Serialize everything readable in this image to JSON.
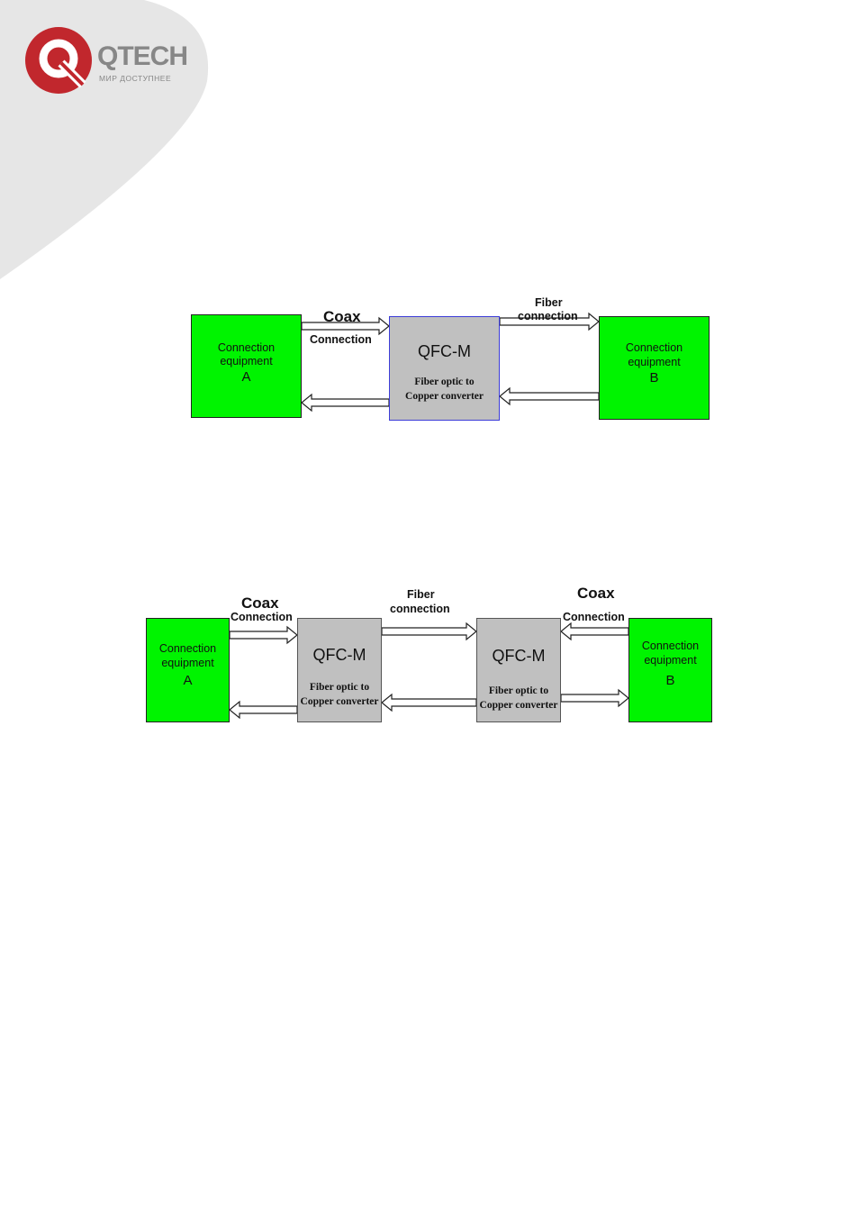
{
  "header": {
    "brand_name": "QTECH",
    "brand_tagline": "МИР ДОСТУПНЕЕ",
    "logo_icon": "qtech-logo-icon",
    "colors": {
      "logo_red": "#c1272d",
      "logo_grey": "#878787",
      "corner_grey": "#e5e5e5"
    }
  },
  "diagram1": {
    "left_equipment": {
      "label_line1": "Connection",
      "label_line2": "equipment",
      "letter": "A"
    },
    "converter": {
      "title": "QFC-M",
      "desc_line1": "Fiber optic to",
      "desc_line2": "Copper converter"
    },
    "right_equipment": {
      "label_line1": "Connection",
      "label_line2": "equipment",
      "letter": "B"
    },
    "coax_label": "Coax",
    "coax_connection_label": "Connection",
    "fiber_label_line1": "Fiber",
    "fiber_label_line2": "connection"
  },
  "diagram2": {
    "left_equipment": {
      "label_line1": "Connection",
      "label_line2": "equipment",
      "letter": "A"
    },
    "converter_left": {
      "title": "QFC-M",
      "desc_line1": "Fiber optic to",
      "desc_line2": "Copper converter"
    },
    "converter_right": {
      "title": "QFC-M",
      "desc_line1": "Fiber optic to",
      "desc_line2": "Copper converter"
    },
    "right_equipment": {
      "label_line1": "Connection",
      "label_line2": "equipment",
      "letter": "B"
    },
    "left_coax_label": "Coax",
    "left_connection_label": "Connection",
    "fiber_label_line1": "Fiber",
    "fiber_label_line2": "connection",
    "right_coax_label": "Coax",
    "right_connection_label": "Connection"
  },
  "colors": {
    "equipment_green": "#00f400",
    "converter_grey": "#c0c0c0"
  }
}
